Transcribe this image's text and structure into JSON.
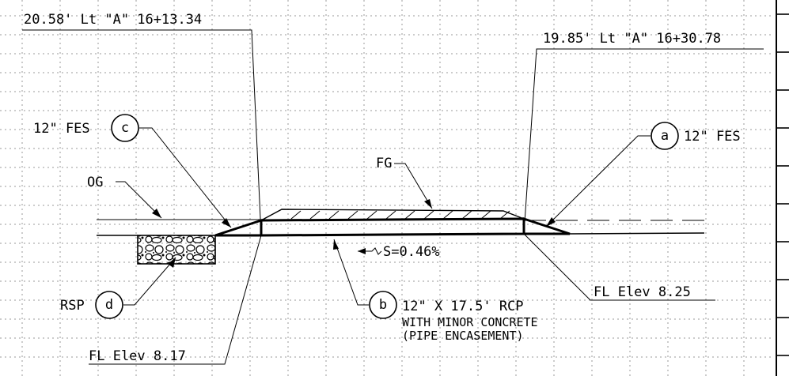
{
  "stations": {
    "left": "20.58' Lt \"A\" 16+13.34",
    "right": "19.85' Lt \"A\" 16+30.78"
  },
  "callouts": {
    "c": {
      "letter": "c",
      "text": "12\" FES"
    },
    "a": {
      "letter": "a",
      "text": "12\" FES"
    },
    "d": {
      "letter": "d",
      "text": "RSP"
    },
    "b": {
      "letter": "b",
      "line1": "12\" X 17.5' RCP",
      "line2": "WITH MINOR CONCRETE",
      "line3": "(PIPE ENCASEMENT)"
    }
  },
  "labels": {
    "og": "OG",
    "fg": "FG",
    "slope": "S=0.46%"
  },
  "elevations": {
    "left": "FL Elev 8.17",
    "right": "FL Elev 8.25"
  }
}
